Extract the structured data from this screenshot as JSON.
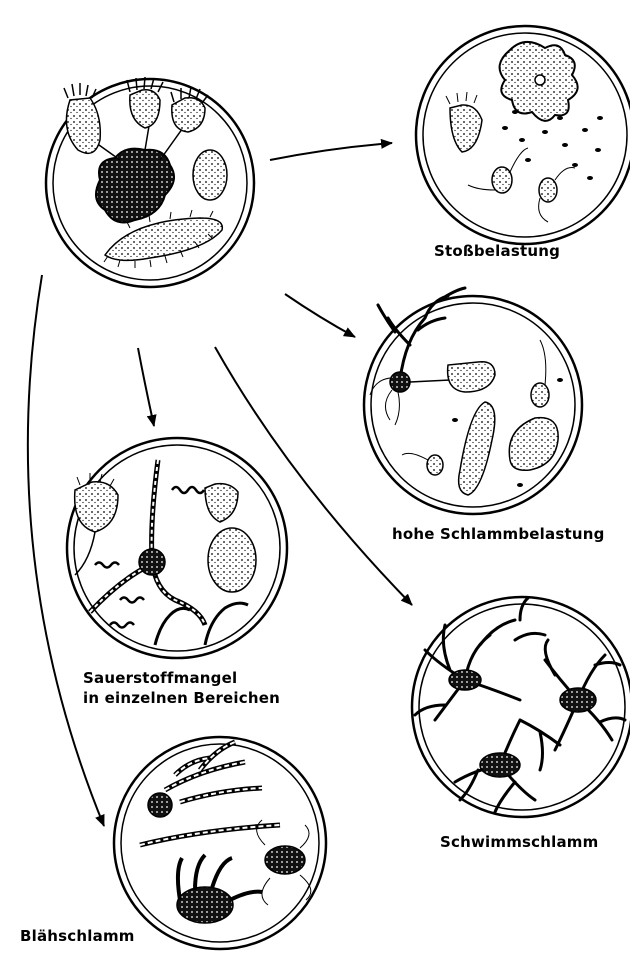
{
  "diagram": {
    "nodes": [
      {
        "id": "healthy",
        "label": ""
      },
      {
        "id": "stoss",
        "label": "Stoßbelastung"
      },
      {
        "id": "hohe",
        "label": "hohe Schlammbelastung"
      },
      {
        "id": "sauer",
        "label_line1": "Sauerstoffmangel",
        "label_line2": "in einzelnen Bereichen"
      },
      {
        "id": "schwimm",
        "label": "Schwimmschlamm"
      },
      {
        "id": "blaeh",
        "label": "Blähschlamm"
      }
    ],
    "edges": [
      {
        "from": "healthy",
        "to": "stoss"
      },
      {
        "from": "healthy",
        "to": "hohe"
      },
      {
        "from": "healthy",
        "to": "sauer"
      },
      {
        "from": "healthy",
        "to": "schwimm"
      },
      {
        "from": "healthy",
        "to": "blaeh"
      }
    ],
    "colors": {
      "ink": "#000000",
      "background": "#ffffff",
      "organism_fill": "#d9d9d9"
    }
  }
}
